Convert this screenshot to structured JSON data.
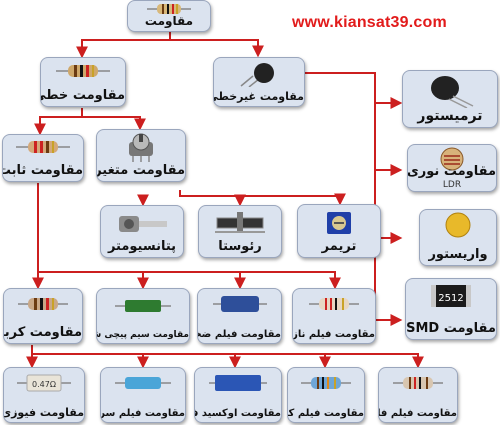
{
  "website": "www.kiansat39.com",
  "colors": {
    "arrow": "#cc1f1f",
    "box_fill": "#dbe3ef",
    "box_border": "#9aa6bd",
    "url": "#e21b1b"
  },
  "nodes": {
    "resistor": {
      "label": "مقاومت",
      "icon": "resistor-icon"
    },
    "linear": {
      "label": "مقاومت خطی",
      "icon": "resistor-icon"
    },
    "nonlinear": {
      "label": "مقاومت غیرخطی",
      "icon": "thermistor-icon"
    },
    "fixed": {
      "label": "مقاومت ثابت",
      "icon": "resistor-icon"
    },
    "variable": {
      "label": "مقاومت متغیر",
      "icon": "potentiometer-icon"
    },
    "potentiometer": {
      "label": "پتانسیومتر",
      "icon": "potentiometer-icon"
    },
    "rheostat": {
      "label": "رئوستا",
      "icon": "rheostat-icon"
    },
    "trimmer": {
      "label": "تریمر",
      "icon": "trimmer-icon"
    },
    "thermistor": {
      "label": "ترمیستور",
      "icon": "thermistor-icon"
    },
    "ldr": {
      "label": "مقاومت نوری",
      "sub": "LDR",
      "icon": "ldr-icon"
    },
    "varistor": {
      "label": "واریستور",
      "icon": "varistor-icon"
    },
    "smd": {
      "label": "مقاومت SMD",
      "icon": "smd-chip-icon",
      "chip_text": "2512"
    },
    "carbon": {
      "label": "مقاومت کربنی",
      "icon": "resistor-icon"
    },
    "wirewound": {
      "label": "مقاومت سیم پیچی شده",
      "icon": "wirewound-icon"
    },
    "thick_film": {
      "label": "مقاومت فیلم ضخیم",
      "icon": "film-resistor-icon"
    },
    "thin_film": {
      "label": "مقاومت فیلم نازک",
      "icon": "resistor-icon"
    },
    "fuse": {
      "label": "مقاومت فیوزی",
      "icon": "fuse-resistor-icon",
      "chip_text": "0.47Ω"
    },
    "cermet": {
      "label": "مقاومت فیلم سرمت",
      "icon": "resistor-icon"
    },
    "metal_oxide": {
      "label": "مقاومت اوکسید فلز",
      "icon": "film-resistor-icon"
    },
    "carbon_film": {
      "label": "مقاومت فیلم کربنی",
      "icon": "resistor-icon"
    },
    "metal_film": {
      "label": "مقاومت فیلم فلز",
      "icon": "resistor-icon"
    }
  }
}
